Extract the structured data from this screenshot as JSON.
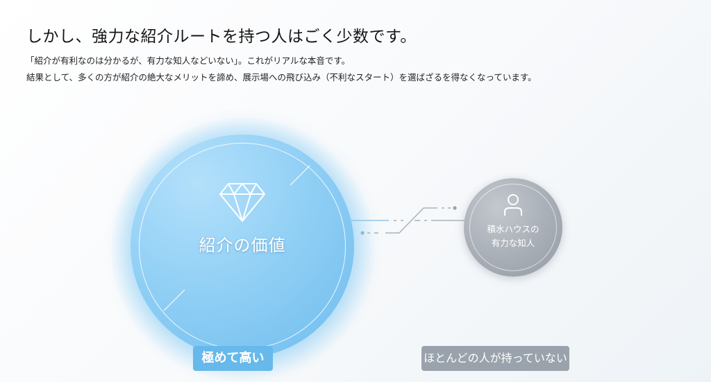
{
  "header": {
    "title": "しかし、強力な紹介ルートを持つ人はごく少数です。",
    "lines": [
      "「紹介が有利なのは分かるが、有力な知人などいない」。これがリアルな本音です。",
      "結果として、多くの方が紹介の絶大なメリットを諦め、展示場への飛び込み（不利なスタート）を選ばざるを得なくなっています。"
    ]
  },
  "diagram": {
    "value_node": {
      "icon": "diamond-icon",
      "label": "紹介の価値",
      "color": "#7cc4f0"
    },
    "friend_node": {
      "icon": "person-icon",
      "label_line1": "積水ハウスの",
      "label_line2": "有力な知人",
      "color": "#a7adb5"
    },
    "connector": "broken-link-line"
  },
  "badges": {
    "value_badge": {
      "label": "極めて高い",
      "color": "#66b9ea"
    },
    "friend_badge": {
      "label": "ほとんどの人が持っていない",
      "color": "#9aa2ac"
    }
  }
}
